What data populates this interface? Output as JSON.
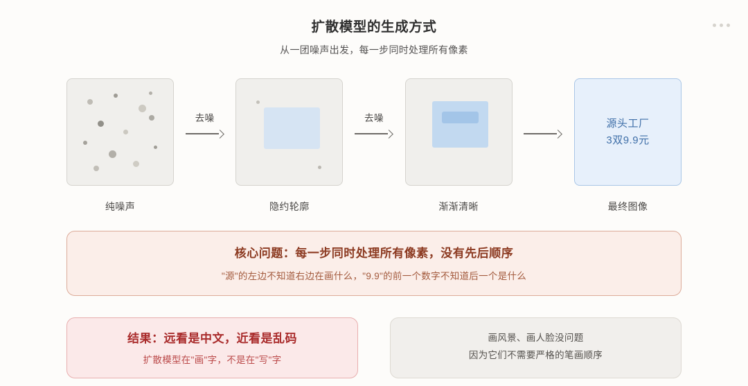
{
  "menu": {
    "icon": "kebab-menu-icon",
    "dots": 3
  },
  "header": {
    "title": "扩散模型的生成方式",
    "subtitle": "从一团噪声出发，每一步同时处理所有像素"
  },
  "pipeline": {
    "stages": [
      {
        "label": "纯噪声",
        "kind": "noise"
      },
      {
        "label": "隐约轮廓",
        "kind": "faint-shape"
      },
      {
        "label": "渐渐清晰",
        "kind": "clearer-shape"
      },
      {
        "label": "最终图像",
        "kind": "final-image",
        "line1": "源头工厂",
        "line2": "3双9.9元"
      }
    ],
    "arrows": [
      {
        "label": "去噪"
      },
      {
        "label": "去噪"
      },
      {
        "label": ""
      }
    ]
  },
  "core_box": {
    "heading": "核心问题：每一步同时处理所有像素，没有先后顺序",
    "detail": "\"源\"的左边不知道右边在画什么，\"9.9\"的前一个数字不知道后一个是什么"
  },
  "result_box": {
    "heading": "结果：远看是中文，近看是乱码",
    "detail": "扩散模型在\"画\"字，不是在\"写\"字"
  },
  "note_box": {
    "line1": "画风景、画人脸没问题",
    "line2": "因为它们不需要严格的笔画顺序"
  },
  "colors": {
    "background": "#fdfcfa",
    "panel_gray_fill": "#f0efec",
    "panel_gray_border": "#d5d3ce",
    "panel_blue_fill": "#e7f0fb",
    "panel_blue_border": "#a9c6e6",
    "blue_text": "#3f6fa8",
    "core_fill": "#fbeee9",
    "core_border": "#dcab99",
    "core_heading": "#8c3a21",
    "result_fill": "#fbe9e9",
    "result_border": "#e8aeae",
    "result_heading": "#a92b2b",
    "note_fill": "#f1efec",
    "note_border": "#ddd9d2"
  }
}
